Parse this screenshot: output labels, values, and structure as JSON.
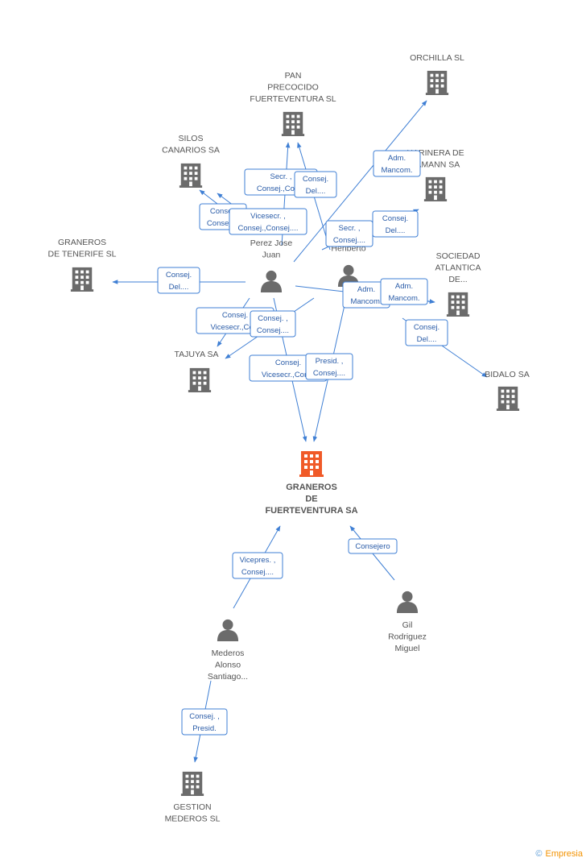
{
  "colors": {
    "edge": "#3f7fd4",
    "building": "#6b6b6b",
    "main_building": "#f05a28",
    "person": "#6b6b6b",
    "label_border": "#3f7fd4"
  },
  "nodes": [
    {
      "id": "orchilla",
      "type": "company",
      "lines": [
        "ORCHILLA SL"
      ]
    },
    {
      "id": "pan",
      "type": "company",
      "lines": [
        "PAN",
        "PRECOCIDO",
        "FUERTEVENTURA SL"
      ]
    },
    {
      "id": "silos",
      "type": "company",
      "lines": [
        "SILOS",
        "CANARIOS SA"
      ]
    },
    {
      "id": "harinera",
      "type": "company",
      "lines": [
        "HARINERA DE",
        "TAMANN SA"
      ]
    },
    {
      "id": "graneros_tf",
      "type": "company",
      "lines": [
        "GRANEROS",
        "DE TENERIFE SL"
      ]
    },
    {
      "id": "sociedad",
      "type": "company",
      "lines": [
        "SOCIEDAD",
        "ATLANTICA",
        "DE..."
      ]
    },
    {
      "id": "tajuya",
      "type": "company",
      "lines": [
        "TAJUYA SA"
      ]
    },
    {
      "id": "bidalo",
      "type": "company",
      "lines": [
        "BIDALO SA"
      ]
    },
    {
      "id": "main",
      "type": "main",
      "lines": [
        "GRANEROS",
        "DE",
        "FUERTEVENTURA SA"
      ]
    },
    {
      "id": "gestion",
      "type": "company",
      "lines": [
        "GESTION",
        "MEDEROS SL"
      ]
    },
    {
      "id": "perez",
      "type": "person",
      "lines": [
        "Perez Jose",
        "Juan"
      ]
    },
    {
      "id": "heriberto",
      "type": "person",
      "lines": [
        "B...",
        "Heriberto"
      ]
    },
    {
      "id": "gil",
      "type": "person",
      "lines": [
        "Gil",
        "Rodriguez",
        "Miguel"
      ]
    },
    {
      "id": "mederos",
      "type": "person",
      "lines": [
        "Mederos",
        "Alonso",
        "Santiago..."
      ]
    }
  ],
  "edge_labels": [
    {
      "id": "l1",
      "lines": [
        "Secr. ,",
        "Consej.,Con..."
      ]
    },
    {
      "id": "l2",
      "lines": [
        "Consej.",
        "Del...."
      ]
    },
    {
      "id": "l3",
      "lines": [
        "Adm.",
        "Mancom."
      ]
    },
    {
      "id": "l4",
      "lines": [
        "Consej.",
        "Consej...."
      ]
    },
    {
      "id": "l5",
      "lines": [
        "Vicesecr. ,",
        "Consej.,Consej...."
      ]
    },
    {
      "id": "l6",
      "lines": [
        "Secr. ,",
        "Consej...."
      ]
    },
    {
      "id": "l7",
      "lines": [
        "Consej.",
        "Del...."
      ]
    },
    {
      "id": "l8",
      "lines": [
        "Consej.",
        "Del...."
      ]
    },
    {
      "id": "l9",
      "lines": [
        "Adm.",
        "Mancom."
      ]
    },
    {
      "id": "l10",
      "lines": [
        "Adm.",
        "Mancom."
      ]
    },
    {
      "id": "l11",
      "lines": [
        "Consej.",
        "Vicesecr.,Co..."
      ]
    },
    {
      "id": "l12",
      "lines": [
        "Consej. ,",
        "Consej...."
      ]
    },
    {
      "id": "l13",
      "lines": [
        "Consej.",
        "Del...."
      ]
    },
    {
      "id": "l14",
      "lines": [
        "Consej.",
        "Vicesecr.,Con..."
      ]
    },
    {
      "id": "l15",
      "lines": [
        "Presid. ,",
        "Consej...."
      ]
    },
    {
      "id": "l16",
      "lines": [
        "Vicepres. ,",
        "Consej...."
      ]
    },
    {
      "id": "l17",
      "lines": [
        "Consejero"
      ]
    },
    {
      "id": "l18",
      "lines": [
        "Consej. ,",
        "Presid."
      ]
    }
  ],
  "footer": {
    "copyright": "©",
    "brand": "Empresia"
  }
}
